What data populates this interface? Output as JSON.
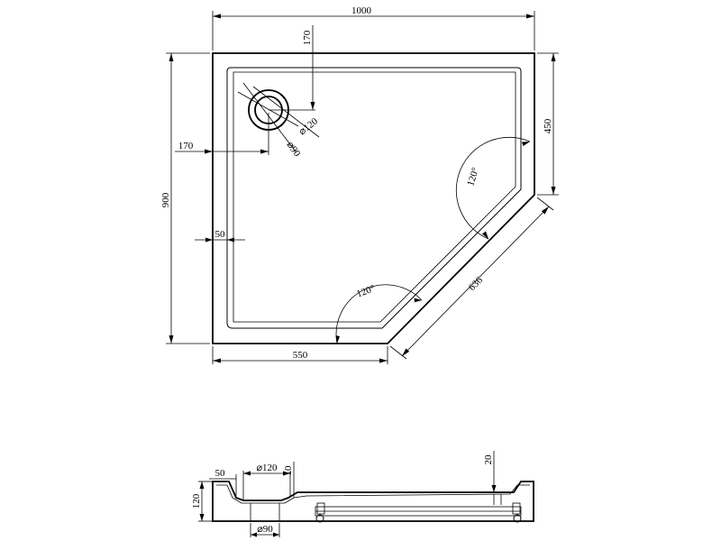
{
  "plan_view": {
    "overall_width": "1000",
    "overall_depth": "900",
    "drain_offset_top": "170",
    "drain_offset_left": "170",
    "drain_outer_diameter": "⌀120",
    "drain_inner_diameter": "⌀90",
    "right_side_length": "450",
    "bottom_side_length": "550",
    "diagonal_length": "636",
    "rim_width": "50",
    "angle_upper": "120°",
    "angle_lower": "120°"
  },
  "section_view": {
    "rim_width": "50",
    "drain_diameter_top": "⌀120",
    "drain_depth": "10",
    "height": "120",
    "drain_diameter_bottom": "⌀90",
    "rim_height": "20"
  }
}
